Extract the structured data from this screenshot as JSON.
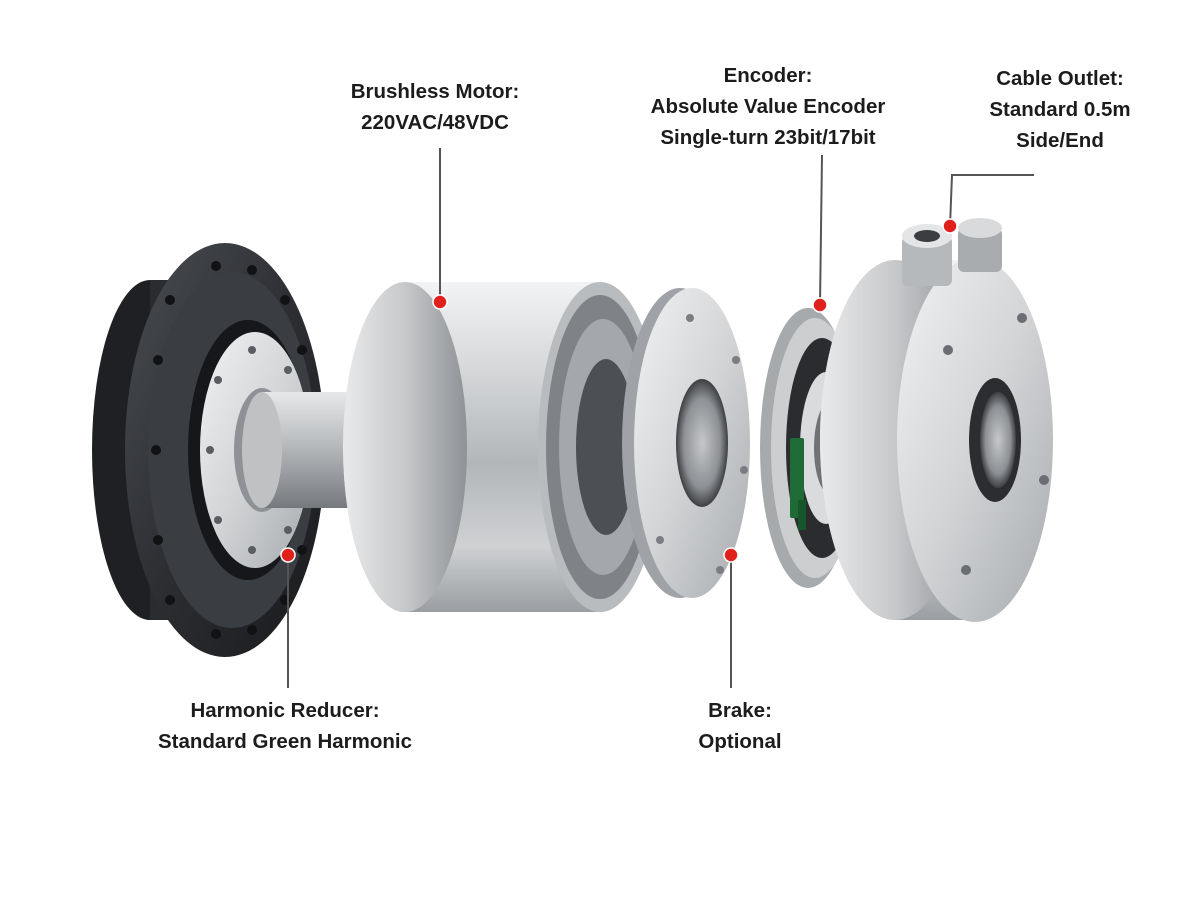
{
  "labels": {
    "motor": {
      "line1": "Brushless Motor:",
      "line2": "220VAC/48VDC"
    },
    "encoder": {
      "line1": "Encoder:",
      "line2": "Absolute Value Encoder",
      "line3": "Single-turn 23bit/17bit"
    },
    "cable": {
      "line1": "Cable Outlet:",
      "line2": "Standard 0.5m",
      "line3": "Side/End"
    },
    "reducer": {
      "line1": "Harmonic Reducer:",
      "line2": "Standard Green Harmonic"
    },
    "brake": {
      "line1": "Brake:",
      "line2": "Optional"
    }
  },
  "colors": {
    "marker": "#e0201b",
    "leader": "#555555",
    "dark_metal": "#2d2f33",
    "silver": "#c9cbcd"
  }
}
